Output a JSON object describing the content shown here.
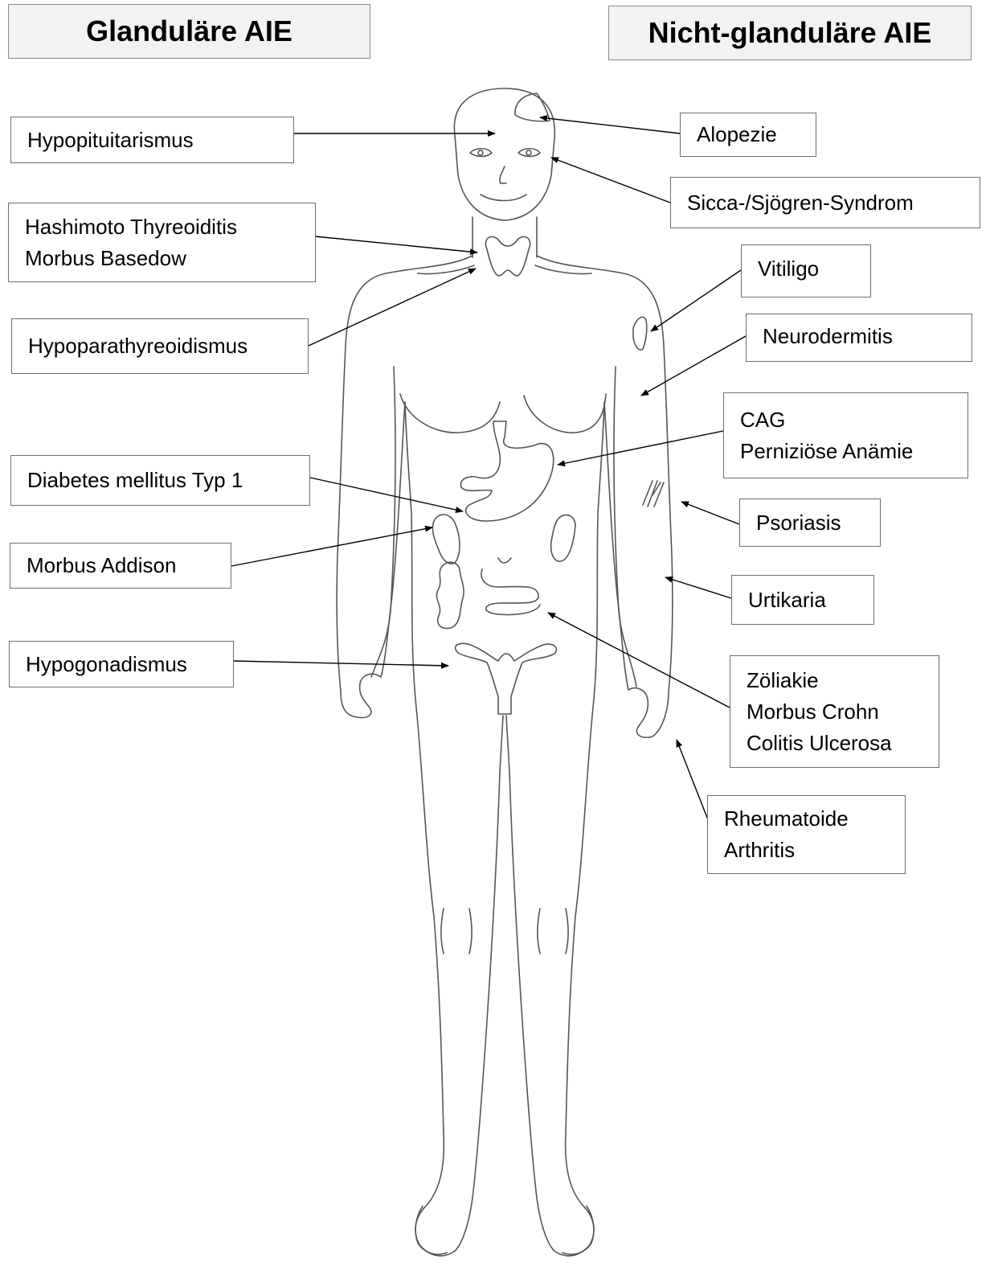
{
  "headers": {
    "glandular": "Glanduläre AIE",
    "non_glandular": "Nicht-glanduläre AIE"
  },
  "glandular_labels": {
    "hypopituitarismus": "Hypopituitarismus",
    "hashimoto": "Hashimoto Thyreoiditis",
    "basedow": "Morbus Basedow",
    "hypoparathyreoidismus": "Hypoparathyreoidismus",
    "diabetes": "Diabetes mellitus Typ 1",
    "addison": "Morbus Addison",
    "hypogonadismus": "Hypogonadismus"
  },
  "non_glandular_labels": {
    "alopezie": "Alopezie",
    "sicca": "Sicca-/Sjögren-Syndrom",
    "vitiligo": "Vitiligo",
    "neurodermitis": "Neurodermitis",
    "cag": "CAG",
    "perniziose": "Perniziöse Anämie",
    "psoriasis": "Psoriasis",
    "urtikaria": "Urtikaria",
    "zoeliakie": "Zöliakie",
    "crohn": "Morbus Crohn",
    "colitis": "Colitis Ulcerosa",
    "rheumatoide": "Rheumatoide",
    "arthritis": "Arthritis"
  },
  "colors": {
    "header_fill": "#f2f2f2",
    "box_border": "#6e6e6e",
    "body_outline": "#555555",
    "arrow": "#000000"
  }
}
